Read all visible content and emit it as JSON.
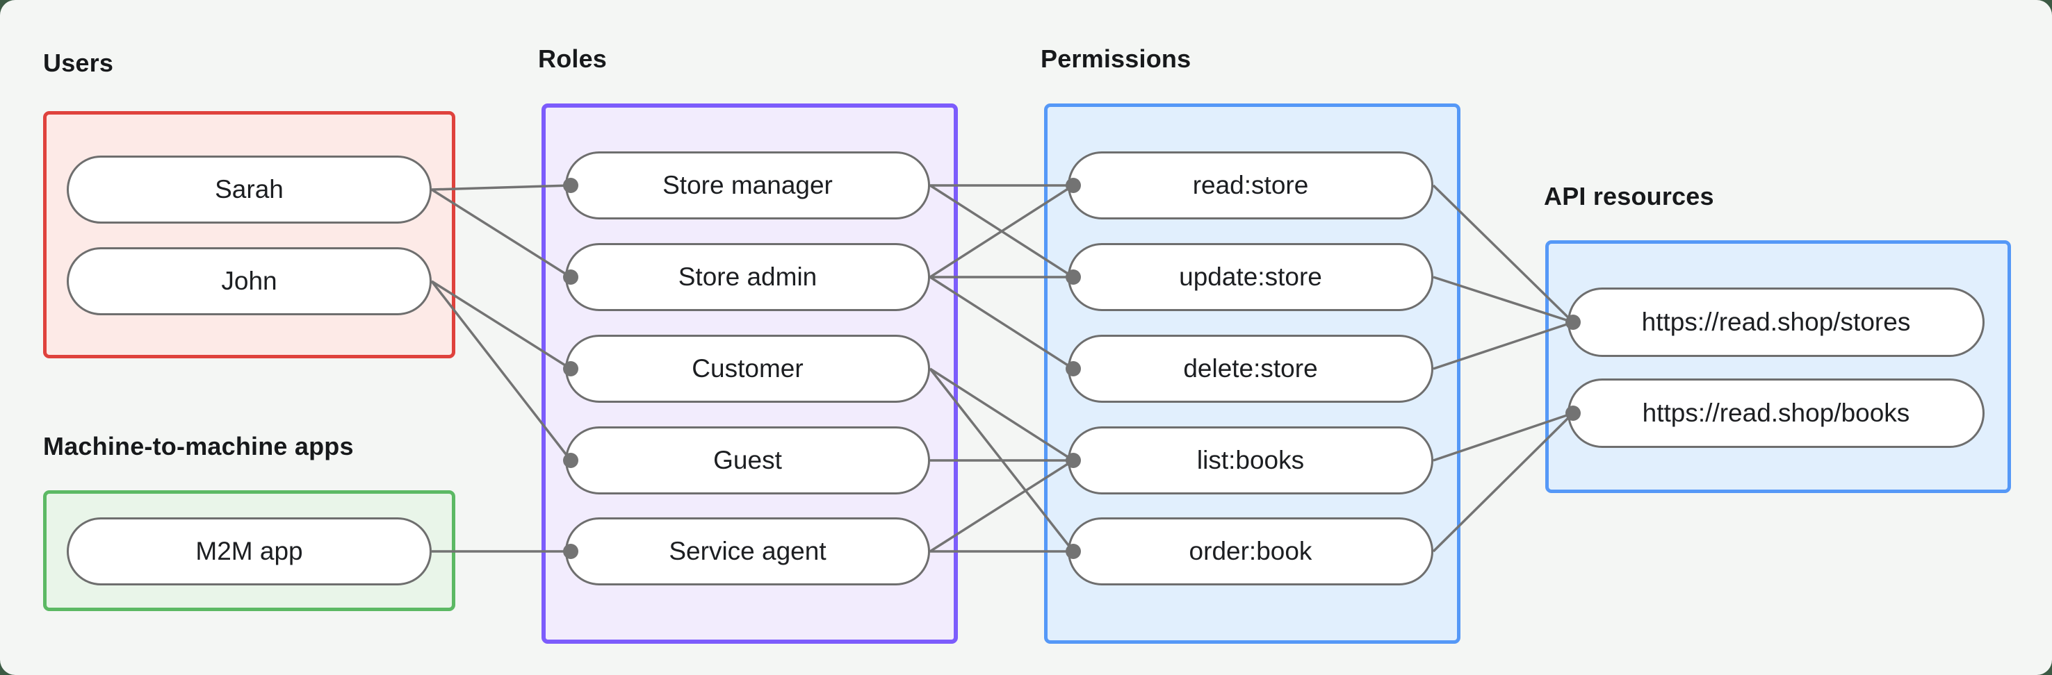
{
  "sections": {
    "users": {
      "title": "Users",
      "items": [
        {
          "id": "sarah",
          "label": "Sarah"
        },
        {
          "id": "john",
          "label": "John"
        }
      ]
    },
    "m2m": {
      "title": "Machine-to-machine apps",
      "items": [
        {
          "id": "m2m_app",
          "label": "M2M app"
        }
      ]
    },
    "roles": {
      "title": "Roles",
      "items": [
        {
          "id": "store_manager",
          "label": "Store manager"
        },
        {
          "id": "store_admin",
          "label": "Store admin"
        },
        {
          "id": "customer",
          "label": "Customer"
        },
        {
          "id": "guest",
          "label": "Guest"
        },
        {
          "id": "service_agent",
          "label": "Service agent"
        }
      ]
    },
    "permissions": {
      "title": "Permissions",
      "items": [
        {
          "id": "read_store",
          "label": "read:store"
        },
        {
          "id": "update_store",
          "label": "update:store"
        },
        {
          "id": "delete_store",
          "label": "delete:store"
        },
        {
          "id": "list_books",
          "label": "list:books"
        },
        {
          "id": "order_book",
          "label": "order:book"
        }
      ]
    },
    "resources": {
      "title": "API resources",
      "items": [
        {
          "id": "stores",
          "label": "https://read.shop/stores"
        },
        {
          "id": "books",
          "label": "https://read.shop/books"
        }
      ]
    }
  },
  "edges": [
    [
      "sarah",
      "store_manager"
    ],
    [
      "sarah",
      "store_admin"
    ],
    [
      "john",
      "customer"
    ],
    [
      "john",
      "guest"
    ],
    [
      "m2m_app",
      "service_agent"
    ],
    [
      "store_manager",
      "read_store"
    ],
    [
      "store_manager",
      "update_store"
    ],
    [
      "store_admin",
      "read_store"
    ],
    [
      "store_admin",
      "update_store"
    ],
    [
      "store_admin",
      "delete_store"
    ],
    [
      "customer",
      "list_books"
    ],
    [
      "customer",
      "order_book"
    ],
    [
      "guest",
      "list_books"
    ],
    [
      "service_agent",
      "list_books"
    ],
    [
      "service_agent",
      "order_book"
    ],
    [
      "read_store",
      "stores"
    ],
    [
      "update_store",
      "stores"
    ],
    [
      "delete_store",
      "stores"
    ],
    [
      "list_books",
      "books"
    ],
    [
      "order_book",
      "books"
    ]
  ],
  "colors": {
    "page_bg": "#3c5a44",
    "panel_bg": "#f4f6f4",
    "title_text": "#17191b",
    "text": "#1c1e21",
    "node_fill": "#ffffff",
    "node_border": "#6e6e6e",
    "edge": "#737373",
    "users_border": "#df423d",
    "users_fill": "#fdeae7",
    "m2m_border": "#5cb964",
    "m2m_fill": "#e9f5e9",
    "roles_border": "#7c5cfc",
    "roles_fill": "#f2ecfd",
    "permissions_border": "#5598f7",
    "permissions_fill": "#e1effd",
    "resources_border": "#5598f7",
    "resources_fill": "#e1effd"
  }
}
